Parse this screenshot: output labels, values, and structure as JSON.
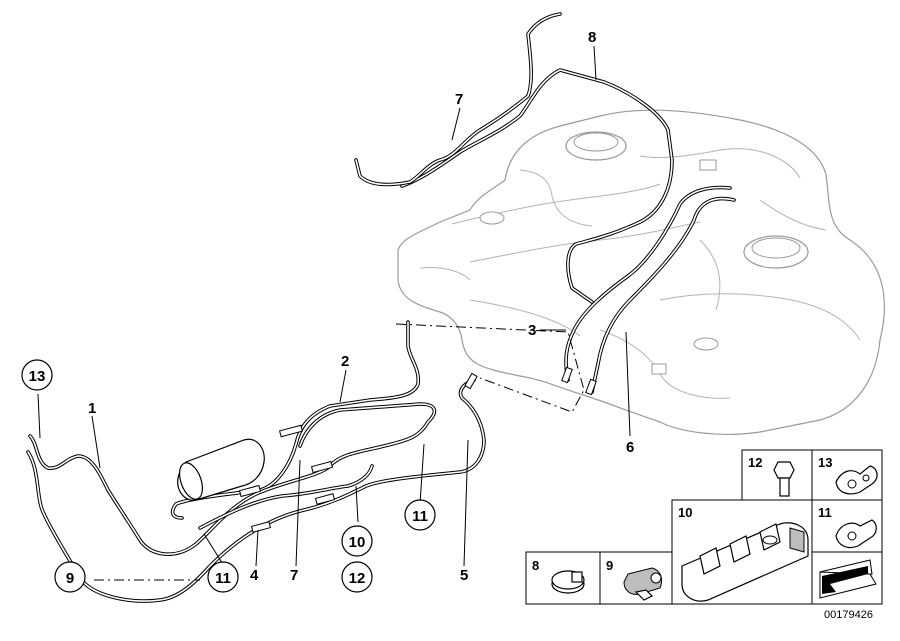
{
  "diagram": {
    "callouts": {
      "c1": "1",
      "c2": "2",
      "c3": "3",
      "c4": "4",
      "c5": "5",
      "c6": "6",
      "c7a": "7",
      "c7b": "7",
      "c8": "8",
      "c9": "9",
      "c10": "10",
      "c11a": "11",
      "c11b": "11",
      "c12": "12",
      "c13": "13"
    },
    "parts_panel": {
      "p8": "8",
      "p9": "9",
      "p10": "10",
      "p11": "11",
      "p12": "12",
      "p13": "13"
    },
    "doc_id": "00179426"
  }
}
